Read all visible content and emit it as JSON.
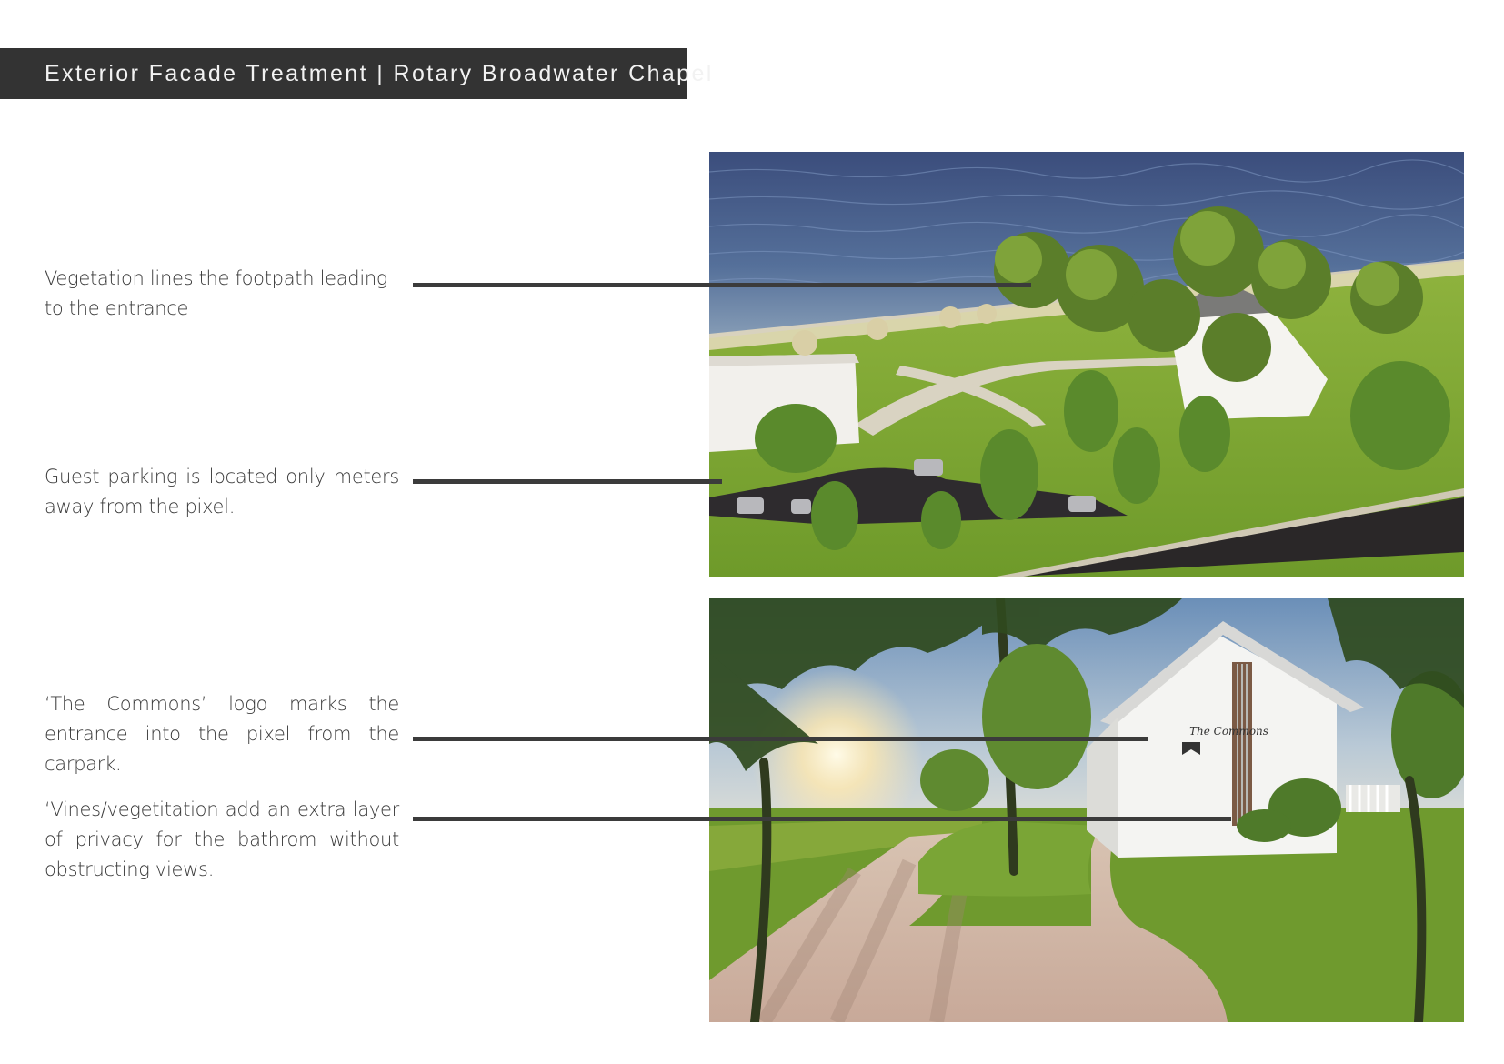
{
  "page": {
    "title": "Exterior Facade Treatment | Rotary Broadwater Chapel"
  },
  "annotations": [
    {
      "text": "Vegetation lines the footpath leading to the entrance"
    },
    {
      "text": "Guest parking is located only meters away from the pixel."
    },
    {
      "text": "‘The Commons’ logo marks the entrance into the pixel from the carpark."
    },
    {
      "text": "‘Vines/vegetitation add an extra layer of privacy for the bathrom without obstructing views."
    }
  ],
  "renders": {
    "top": {
      "subject": "aerial-view-chapel-waterfront"
    },
    "bottom": {
      "subject": "entrance-path-chapel",
      "sign_text": "The Commons"
    }
  },
  "colors": {
    "title_bar": "#333333",
    "title_text": "#f2f2f2",
    "leader_line": "#3b3b3b",
    "body_text": "#3a3a3a"
  }
}
